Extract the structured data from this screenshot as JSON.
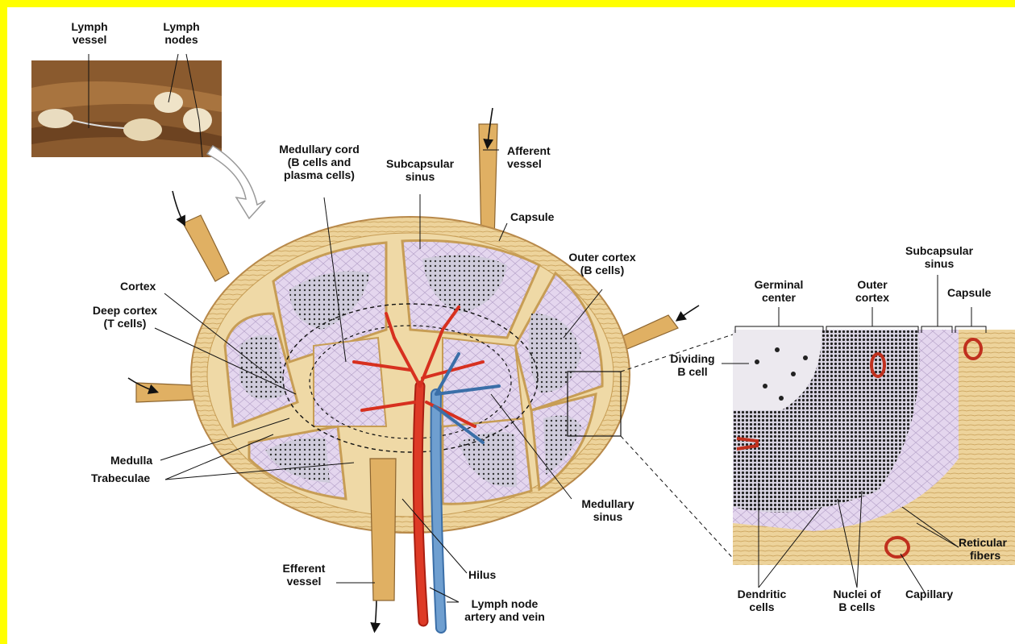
{
  "labels": {
    "lymph_vessel_1": "Lymph",
    "lymph_vessel_2": "vessel",
    "lymph_nodes_1": "Lymph",
    "lymph_nodes_2": "nodes",
    "medullary_cord_1": "Medullary cord",
    "medullary_cord_2": "(B cells and",
    "medullary_cord_3": "plasma cells)",
    "subcapsular_sinus_1": "Subcapsular",
    "subcapsular_sinus_2": "sinus",
    "afferent_vessel_1": "Afferent",
    "afferent_vessel_2": "vessel",
    "capsule": "Capsule",
    "outer_cortex_1": "Outer cortex",
    "outer_cortex_2": "(B cells)",
    "cortex": "Cortex",
    "deep_cortex_1": "Deep cortex",
    "deep_cortex_2": "(T cells)",
    "medulla": "Medulla",
    "trabeculae": "Trabeculae",
    "medullary_sinus_1": "Medullary",
    "medullary_sinus_2": "sinus",
    "efferent_vessel_1": "Efferent",
    "efferent_vessel_2": "vessel",
    "hilus": "Hilus",
    "lymph_node_av_1": "Lymph node",
    "lymph_node_av_2": "artery and vein",
    "germinal_center_1": "Germinal",
    "germinal_center_2": "center",
    "inset_outer_cortex_1": "Outer",
    "inset_outer_cortex_2": "cortex",
    "inset_subcapsular_1": "Subcapsular",
    "inset_subcapsular_2": "sinus",
    "inset_capsule": "Capsule",
    "dividing_b_1": "Dividing",
    "dividing_b_2": "B cell",
    "reticular_1": "Reticular",
    "reticular_2": "fibers",
    "dendritic_1": "Dendritic",
    "dendritic_2": "cells",
    "nuclei_1": "Nuclei of",
    "nuclei_2": "B cells",
    "capillary": "Capillary"
  },
  "colors": {
    "frame": "#ffff00",
    "capsule_tan": "#e8c98a",
    "capsule_edge": "#b8894a",
    "sinus_lilac": "#e2d3ec",
    "follicle_gray": "#c9c6d6",
    "artery_red": "#d7301f",
    "vein_blue": "#5b8fc4",
    "photo_brown": "#8a5a2e"
  }
}
